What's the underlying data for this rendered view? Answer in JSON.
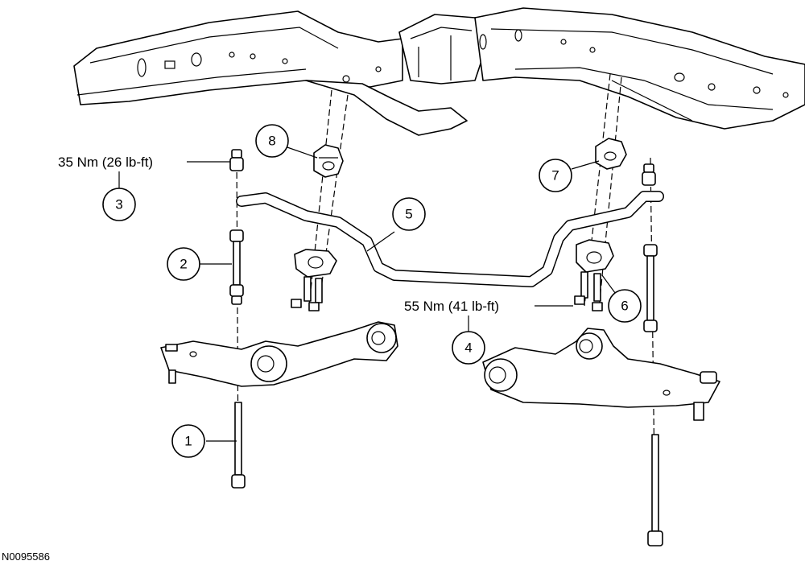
{
  "callouts": {
    "c1": "1",
    "c2": "2",
    "c3": "3",
    "c4": "4",
    "c5": "5",
    "c6": "6",
    "c7": "7",
    "c8": "8"
  },
  "torque": {
    "link_nut": "35 Nm (26 lb-ft)",
    "bracket_bolt": "55 Nm (41 lb-ft)"
  },
  "reference_code": "N0095586"
}
